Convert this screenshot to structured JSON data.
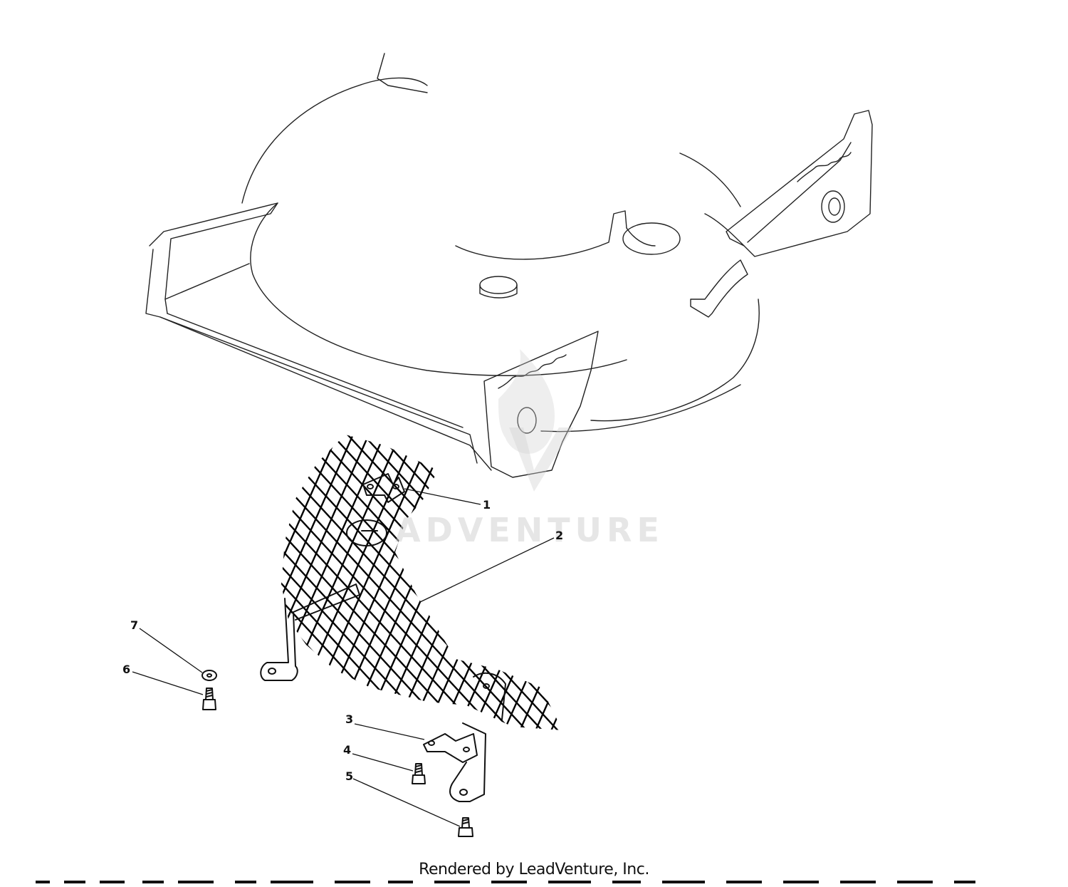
{
  "diagram": {
    "callouts": [
      {
        "number": "1"
      },
      {
        "number": "2"
      },
      {
        "number": "3"
      },
      {
        "number": "4"
      },
      {
        "number": "5"
      },
      {
        "number": "6"
      },
      {
        "number": "7"
      }
    ],
    "watermark_text": "ADVENTURE",
    "footer_text": "Rendered by LeadVenture, Inc.",
    "colors": {
      "ink": "#111111",
      "watermark": "#d2d2d2",
      "background": "#ffffff"
    }
  }
}
